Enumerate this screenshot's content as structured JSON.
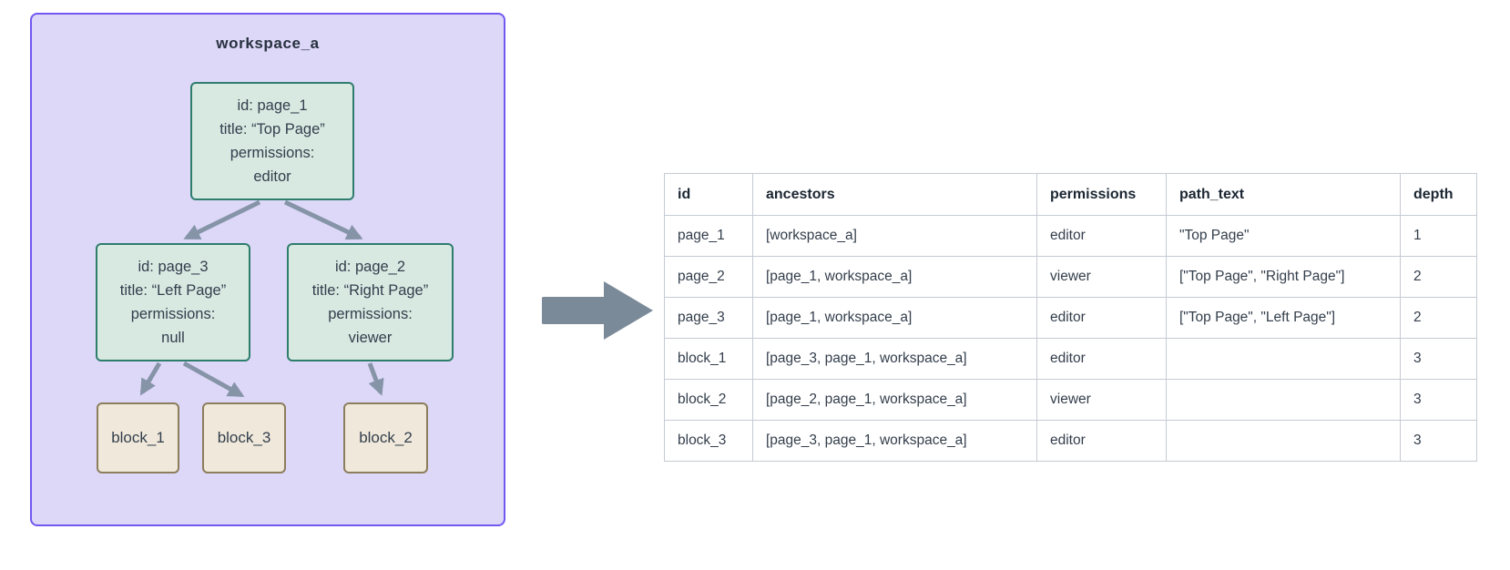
{
  "workspace": {
    "label": "workspace_a",
    "nodes": {
      "page_1": {
        "lines": [
          "id: page_1",
          "title: “Top Page”",
          "permissions:",
          "editor"
        ]
      },
      "page_3": {
        "lines": [
          "id: page_3",
          "title: “Left Page”",
          "permissions:",
          "null"
        ]
      },
      "page_2": {
        "lines": [
          "id: page_2",
          "title: “Right Page”",
          "permissions:",
          "viewer"
        ]
      },
      "block_1": {
        "label": "block_1"
      },
      "block_3": {
        "label": "block_3"
      },
      "block_2": {
        "label": "block_2"
      }
    },
    "edges": [
      "page_1->page_3",
      "page_1->page_2",
      "page_3->block_1",
      "page_3->block_3",
      "page_2->block_2"
    ]
  },
  "table": {
    "columns": [
      "id",
      "ancestors",
      "permissions",
      "path_text",
      "depth"
    ],
    "rows": [
      [
        "page_1",
        "[workspace_a]",
        "editor",
        "\"Top Page\"",
        "1"
      ],
      [
        "page_2",
        "[page_1, workspace_a]",
        "viewer",
        "[\"Top Page\", \"Right Page\"]",
        "2"
      ],
      [
        "page_3",
        "[page_1, workspace_a]",
        "editor",
        "[\"Top Page\", \"Left Page\"]",
        "2"
      ],
      [
        "block_1",
        "[page_3, page_1, workspace_a]",
        "editor",
        "",
        "3"
      ],
      [
        "block_2",
        "[page_2, page_1, workspace_a]",
        "viewer",
        "",
        "3"
      ],
      [
        "block_3",
        "[page_3, page_1, workspace_a]",
        "editor",
        "",
        "3"
      ]
    ]
  },
  "colors": {
    "workspace_fill": "#ddd8f8",
    "workspace_border": "#7257f0",
    "page_node_fill": "#d8e9e1",
    "page_node_border": "#2e7d6d",
    "block_node_fill": "#f0e9db",
    "block_node_border": "#8c7d5d",
    "tree_arrow": "#8694a8",
    "transform_arrow": "#7b8a99",
    "table_border": "#c5cbd3"
  }
}
